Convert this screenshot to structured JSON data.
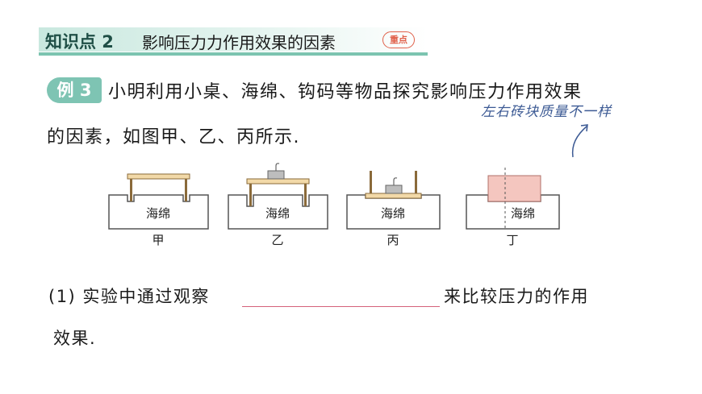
{
  "section": {
    "tag": "知识点 2",
    "title": "影响压力力作用效果的因素",
    "badge": "重点"
  },
  "example": {
    "label": "例 3",
    "text_line1": "小明利用小桌、海绵、钩码等物品探究影响压力作用效果",
    "text_line2": "的因素，如图甲、乙、丙所示."
  },
  "annotation": "左右砖块质量不一样",
  "figure": {
    "sponge_text": "海绵",
    "panels": [
      {
        "caption": "甲"
      },
      {
        "caption": "乙"
      },
      {
        "caption": "丙"
      },
      {
        "caption": "丁"
      }
    ]
  },
  "question1": {
    "prefix": "(1) 实验中通过观察",
    "suffix": "来比较压力的作用",
    "line2": "效果."
  },
  "colors": {
    "section_bg": "#c9e8df",
    "accent": "#7ec4b3",
    "badge_red": "#e0604a",
    "brick_fill": "#f4c6bf",
    "blank_line": "#d4627a"
  }
}
